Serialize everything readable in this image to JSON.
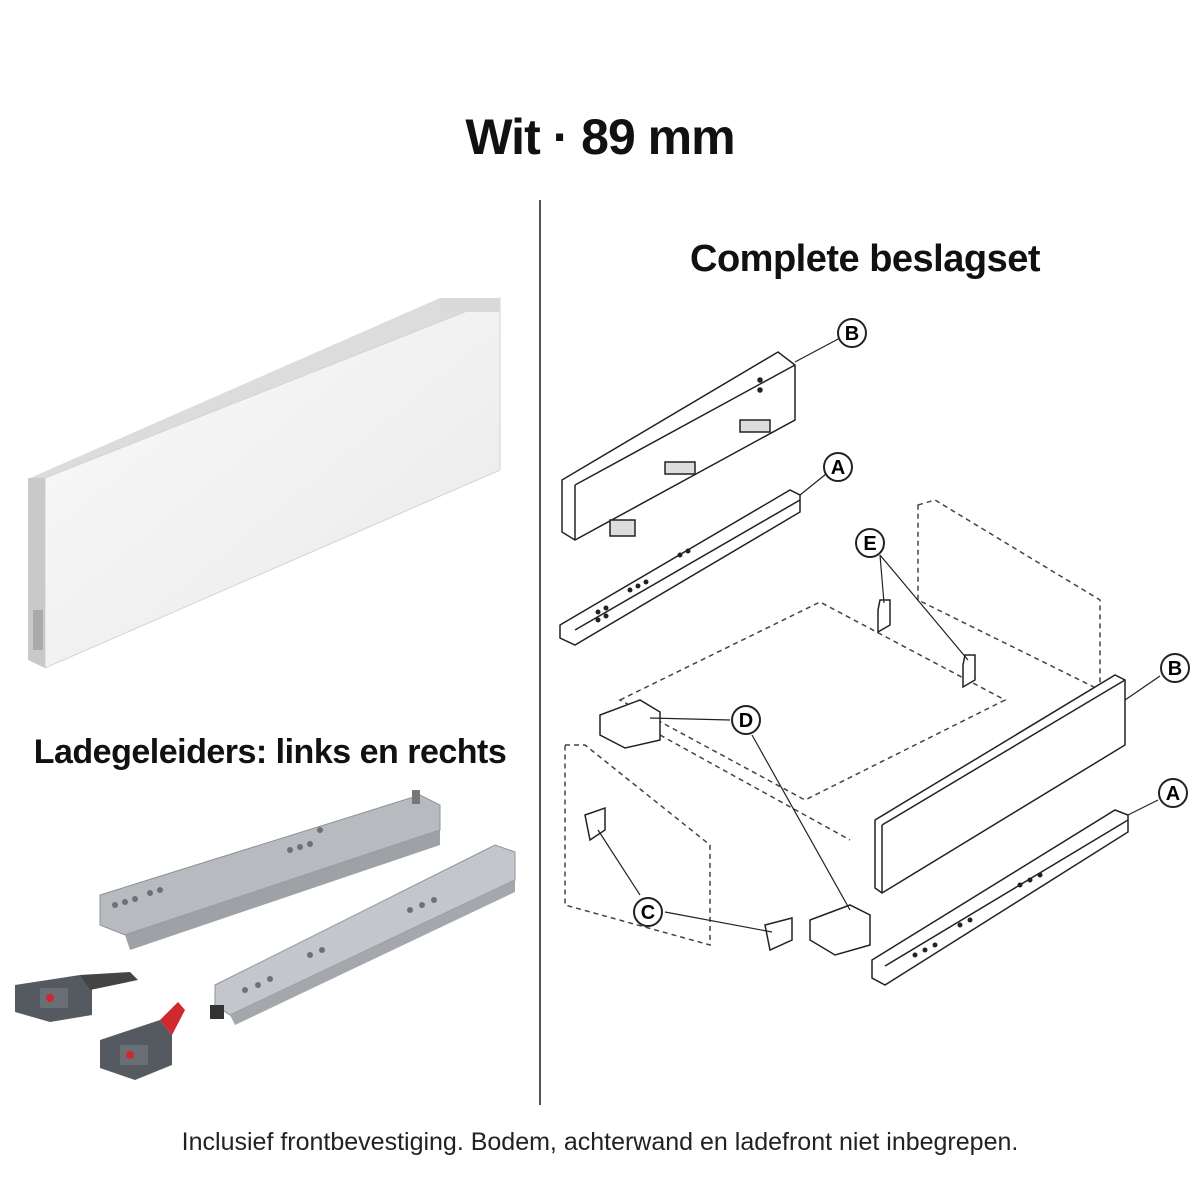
{
  "title": "Wit · 89 mm",
  "right_heading": "Complete beslagset",
  "left_heading": "Ladegeleiders: links en rechts",
  "footer": "Inclusief frontbevestiging. Bodem, achterwand en ladefront niet inbegrepen.",
  "callouts": {
    "b_top": "B",
    "a_top": "A",
    "e": "E",
    "b_right": "B",
    "d": "D",
    "a_right": "A",
    "c": "C"
  },
  "colors": {
    "panel": "#f2f2f2",
    "metal": "#b9bcc0",
    "accent_red": "#d0282e",
    "dark_grey": "#555a60"
  }
}
